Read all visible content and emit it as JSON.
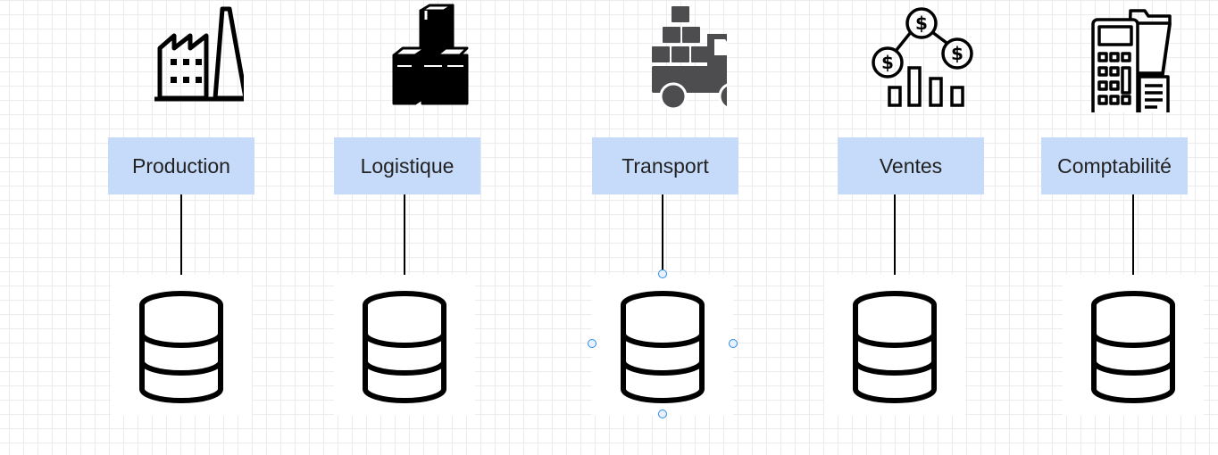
{
  "departments": [
    {
      "label": "Production",
      "icon": "factory-icon"
    },
    {
      "label": "Logistique",
      "icon": "boxes-icon"
    },
    {
      "label": "Transport",
      "icon": "delivery-truck-icon"
    },
    {
      "label": "Ventes",
      "icon": "sales-money-chart-icon"
    },
    {
      "label": "Comptabilité",
      "icon": "calculator-accounting-icon"
    }
  ],
  "database_icon": "database-icon",
  "selected_department": "Transport",
  "colors": {
    "label_background": "#c6dbfa",
    "selection_handle": "#2e8ae6",
    "truck_fill": "#4d4d4f"
  }
}
